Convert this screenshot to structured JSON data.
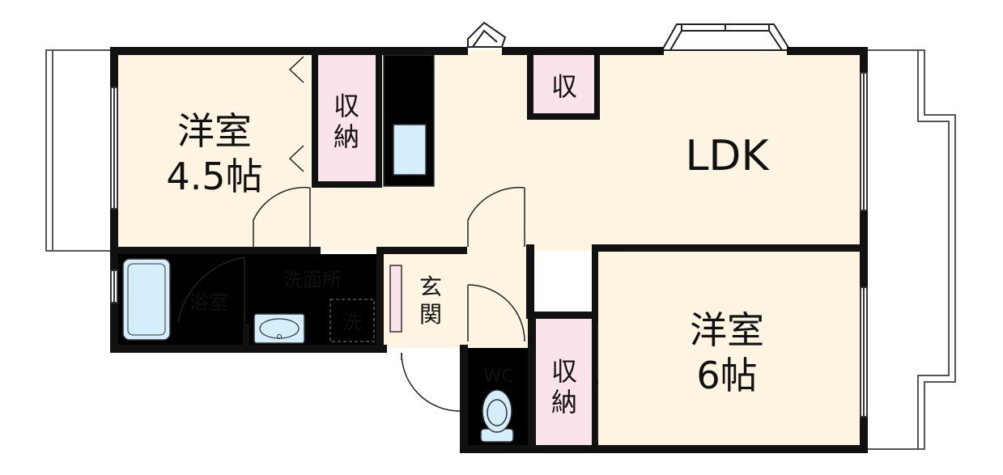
{
  "rooms": {
    "western_small": {
      "line1": "洋室",
      "line2": "4.5帖"
    },
    "storage_top": {
      "line1": "収",
      "line2": "納"
    },
    "storage_small": {
      "label": "収"
    },
    "ldk": {
      "label": "LDK"
    },
    "bath": {
      "label": "浴室"
    },
    "washroom": {
      "label": "洗面所"
    },
    "washer": {
      "label": "洗"
    },
    "entrance": {
      "line1": "玄",
      "line2": "関"
    },
    "wc": {
      "label": "WC"
    },
    "storage_bottom": {
      "line1": "収",
      "line2": "納"
    },
    "western_large": {
      "line1": "洋室",
      "line2": "6帖"
    }
  },
  "colors": {
    "room_fill": "#fdf5e2",
    "storage_fill": "#fbe3ec",
    "wet_fill": "#d4eefb",
    "wall": "#111111",
    "balcony_line": "#555555"
  }
}
